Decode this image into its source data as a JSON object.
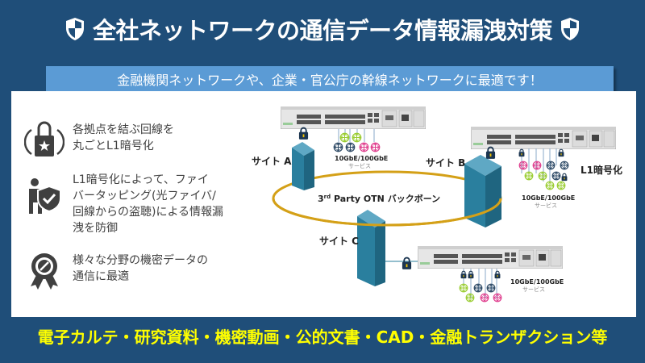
{
  "header": {
    "title": "全社ネットワークの通信データ情報漏洩対策",
    "subtitle": "金融機関ネットワークや、企業・官公庁の幹線ネットワークに最適です！"
  },
  "features": [
    {
      "icon": "lock-star-icon",
      "text": "各拠点を結ぶ回線を\n丸ごとL1暗号化"
    },
    {
      "icon": "person-shield-icon",
      "text": "L1暗号化によって、ファイ\nバータッピング(光ファイバ/\n回線からの盗聴)による情報漏\n洩を防御"
    },
    {
      "icon": "badge-ribbon-icon",
      "text": "様々な分野の機密データの\n通信に最適"
    }
  ],
  "diagram": {
    "backbone_label_prefix": "3",
    "backbone_label_sup": "rd",
    "backbone_label_rest": " Party OTN バックボーン",
    "sites": {
      "a": "サイト A",
      "b": "サイト B",
      "c": "サイト C"
    },
    "service_label": "10GbE/100GbE",
    "service_sublabel": "サービス",
    "encryption_label": "L1暗号化",
    "colors": {
      "tower": "#2A7F9E",
      "ring": "#D4A017",
      "router_dark": "#2E4A66",
      "router_green": "#9ACD32",
      "router_pink": "#E0408F"
    }
  },
  "footer": {
    "text": "電子カルテ・研究資料・機密動画・公的文書・CAD・金融トランザクション等"
  }
}
